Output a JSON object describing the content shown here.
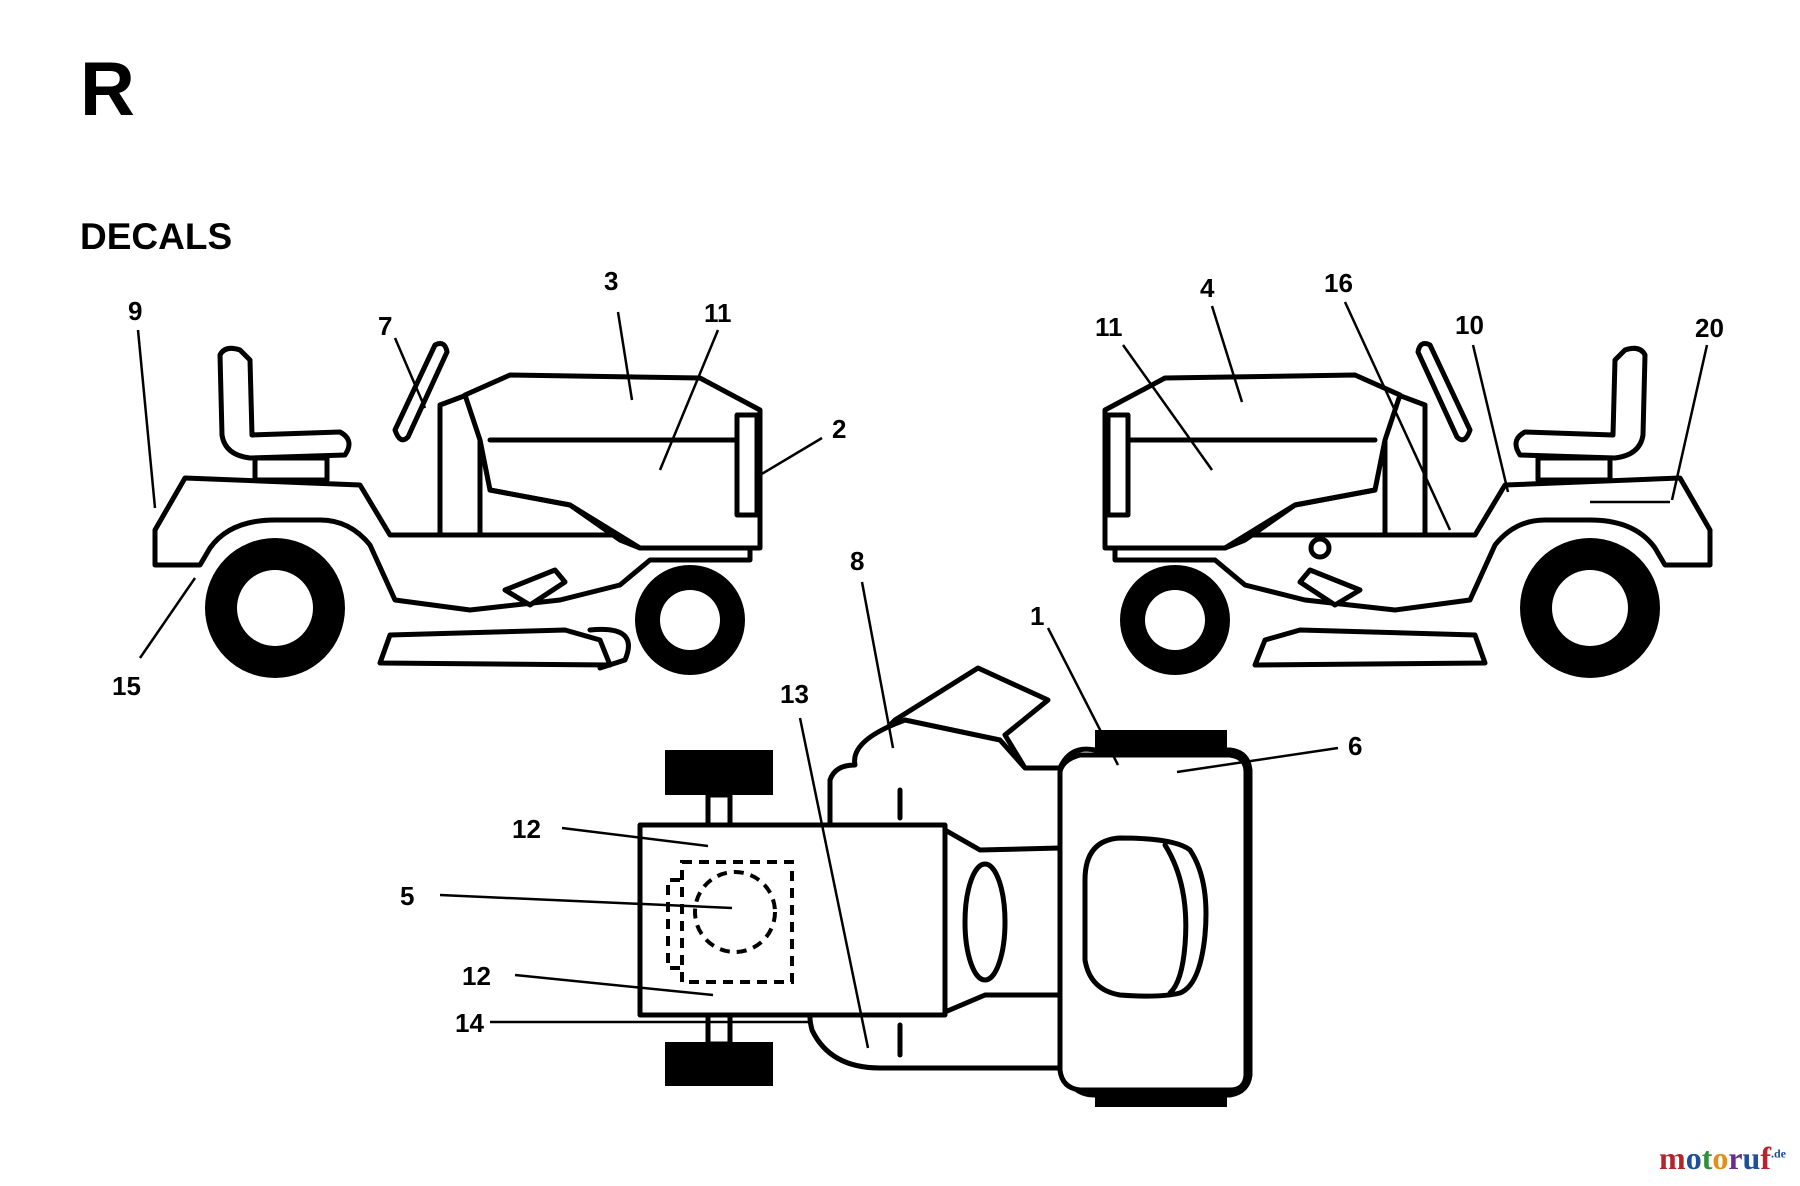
{
  "section_letter": "R",
  "section_title": "DECALS",
  "callouts": [
    "9",
    "7",
    "3",
    "11",
    "2",
    "15",
    "4",
    "16",
    "11",
    "10",
    "20",
    "8",
    "1",
    "13",
    "6",
    "12",
    "5",
    "12",
    "14"
  ],
  "watermark": {
    "brand_parts": [
      "m",
      "o",
      "t",
      "o",
      "r",
      "u",
      "f"
    ],
    "suffix": ".de",
    "colors": [
      "#b4262e",
      "#1f4e9a",
      "#2f8f3a",
      "#e0901c",
      "#6a2c8c",
      "#1f4e9a",
      "#b4262e"
    ]
  },
  "icons": {
    "left_view": "lawn-tractor-left-side",
    "right_view": "lawn-tractor-right-side",
    "top_view": "lawn-tractor-top"
  }
}
